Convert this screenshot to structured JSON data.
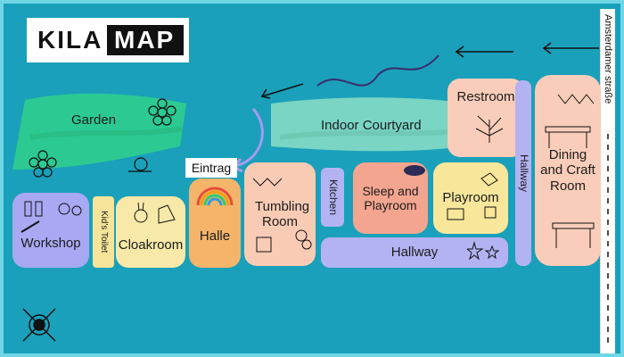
{
  "title": {
    "kila": "KILA",
    "map": "MAP"
  },
  "street": "Amsterdamer straße",
  "entrance": "Eintrag",
  "areas": {
    "garden": "Garden",
    "indoor_courtyard": "Indoor Courtyard"
  },
  "rooms": {
    "workshop": "Workshop",
    "kids_toilet": "Kid's Toilet",
    "cloakroom": "Cloakroom",
    "halle": "Halle",
    "tumbling_room": "Tumbling Room",
    "kitchen": "Kitchen",
    "sleep_playroom": "Sleep and Playroom",
    "playroom": "Playroom",
    "hallway_horizontal": "Hallway",
    "restroom": "Restroom",
    "hallway_vertical": "Hallway",
    "dining_craft": "Dining and Craft Room"
  },
  "colors": {
    "background": "#1aa0ba",
    "garden": "#2ecc8f",
    "courtyard": "#7fd8c4",
    "workshop": "#a9a8f2",
    "kids_toilet": "#f6e49a",
    "cloakroom": "#f8e9a8",
    "halle": "#f4b46a",
    "tumbling": "#f9cbb5",
    "kitchen": "#b3b3f4",
    "sleep": "#f3a58f",
    "playroom": "#f8e69b",
    "hallway": "#b3b2f2",
    "restroom": "#f9cdb9",
    "dining": "#f9cdb9"
  },
  "icons": [
    "compass-icon",
    "paint-tubes-icon",
    "button-icon",
    "pencil-icon",
    "flower-icon",
    "snail-icon",
    "bunny-icon",
    "rainbow-icon",
    "bunting-icon",
    "balloons-icon",
    "toy-cube-icon",
    "cloud-moon-icon",
    "dinosaur-icon",
    "blocks-icon",
    "table-icon",
    "plant-icon",
    "stars-icon",
    "arrow-left-icon"
  ]
}
